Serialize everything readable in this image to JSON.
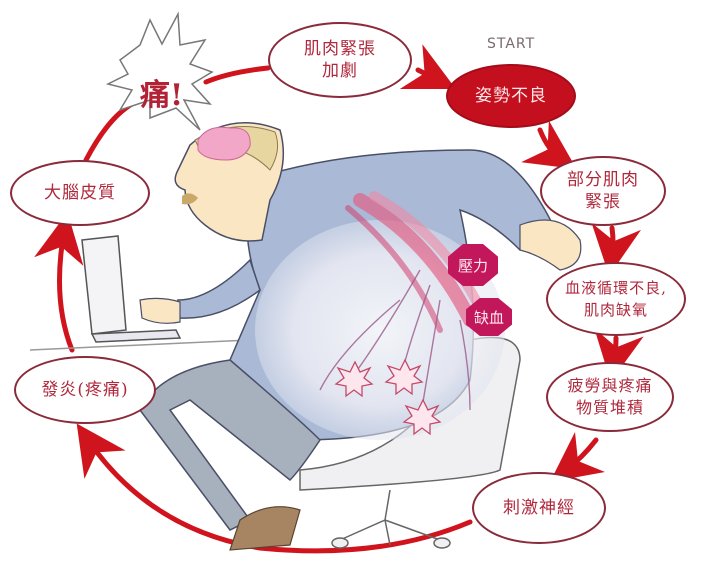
{
  "diagram": {
    "title": "",
    "start_label": "START",
    "pain_exclamation": "痛!",
    "cycle_nodes": [
      {
        "id": "poor-posture",
        "label_lines": [
          "姿勢不良"
        ],
        "is_start": true
      },
      {
        "id": "partial-muscle-tension",
        "label_lines": [
          "部分肌肉",
          "緊張"
        ]
      },
      {
        "id": "poor-circulation",
        "label_lines": [
          "血液循環不良,",
          "肌肉缺氧"
        ]
      },
      {
        "id": "fatigue-pain-substances",
        "label_lines": [
          "疲勞與疼痛",
          "物質堆積"
        ]
      },
      {
        "id": "nerve-stimulation",
        "label_lines": [
          "刺激神經"
        ]
      },
      {
        "id": "inflammation-pain",
        "label_lines": [
          "發炎(疼痛)"
        ]
      },
      {
        "id": "cerebral-cortex",
        "label_lines": [
          "大腦皮質"
        ]
      },
      {
        "id": "muscle-tension-intensifies",
        "label_lines": [
          "肌肉緊張",
          "加劇"
        ]
      }
    ],
    "body_badges": [
      {
        "id": "pressure",
        "label": "壓力"
      },
      {
        "id": "ischemia",
        "label": "缺血"
      }
    ],
    "pain_bursts_count": 3,
    "colors": {
      "cycle_arrow": "#d0141e",
      "start_fill": "#c4101e",
      "node_border": "#8a2a3a",
      "node_text": "#b0283c",
      "badge_fill": "#c2185b",
      "shirt": "#a9b9d6",
      "pants": "#a7b0bd",
      "skin": "#fbe6c4"
    }
  }
}
